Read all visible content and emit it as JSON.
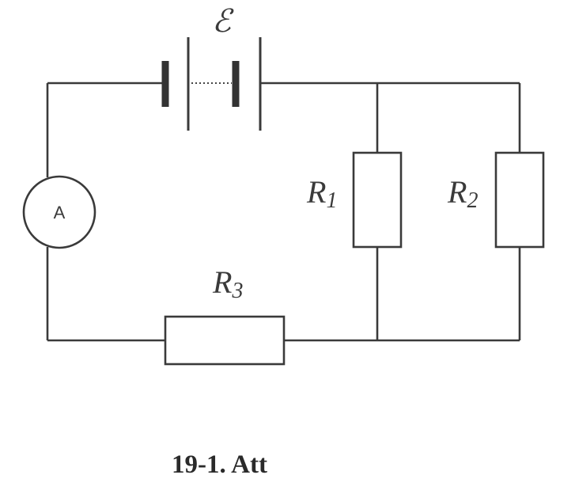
{
  "diagram": {
    "emf_label": "ℰ",
    "ammeter_label": "A",
    "resistors": [
      {
        "name": "R",
        "sub": "1"
      },
      {
        "name": "R",
        "sub": "2"
      },
      {
        "name": "R",
        "sub": "3"
      }
    ],
    "caption": "19-1. Att"
  }
}
